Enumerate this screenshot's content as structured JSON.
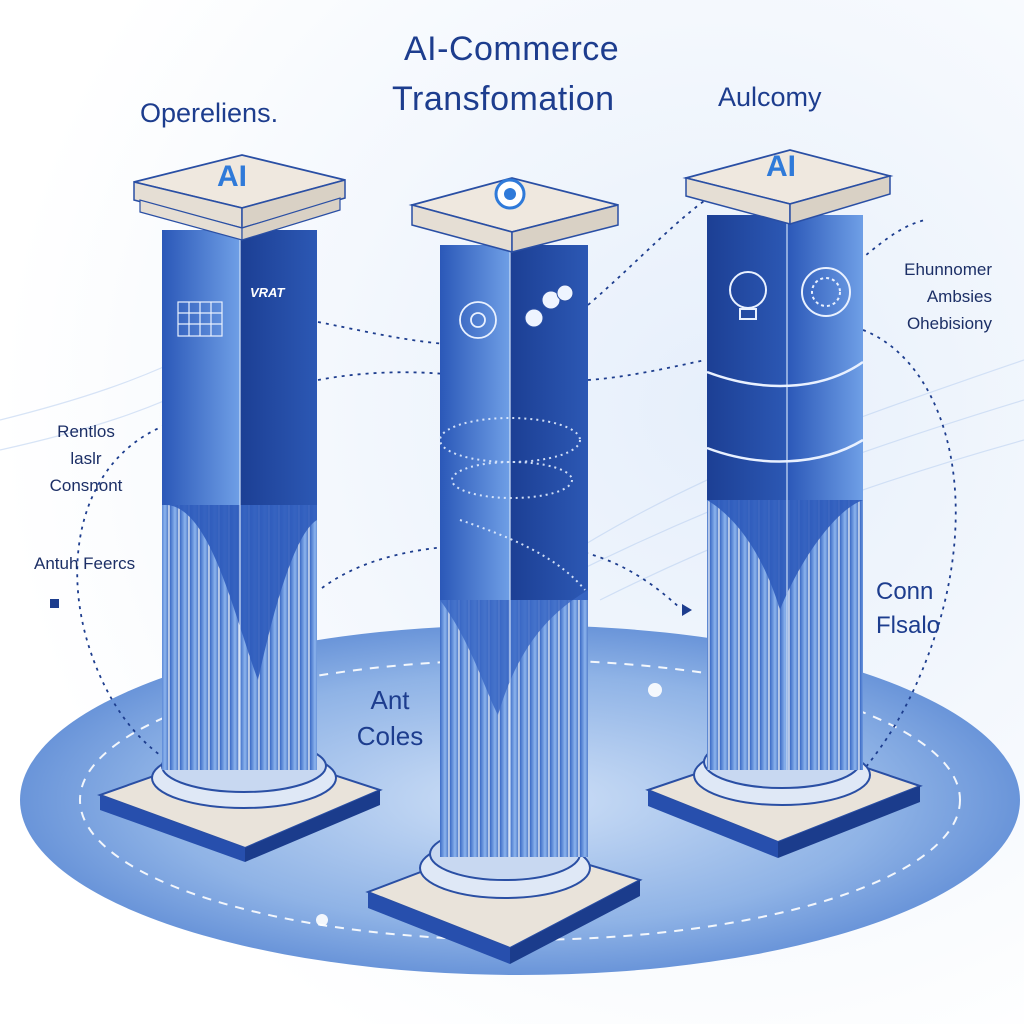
{
  "title": {
    "line1": "AI-Commerce",
    "line2": "Transfomation"
  },
  "pillar_labels": {
    "left": "Opereliens.",
    "right": "Aulcomy"
  },
  "capitals": {
    "left": "AI",
    "right": "AI",
    "middle_icon": "robot-icon"
  },
  "side_notes": {
    "left_top": [
      "Rentlos",
      "laslr",
      "Consnont"
    ],
    "left_mid": "Antuh Feercs",
    "right_top": [
      "Ehunnomer",
      "Ambsies",
      "Ohebisiony"
    ],
    "right_mid": [
      "Conn",
      "Flsalo"
    ],
    "center_bottom": [
      "Ant",
      "Coles"
    ]
  },
  "pillar_badge": "VRAT",
  "colors": {
    "pillar_dark": "#1f4aa8",
    "pillar_light": "#5b8ee0",
    "capital": "#efe8df",
    "platform": "#7aa0dc",
    "text": "#1d3d8e"
  }
}
